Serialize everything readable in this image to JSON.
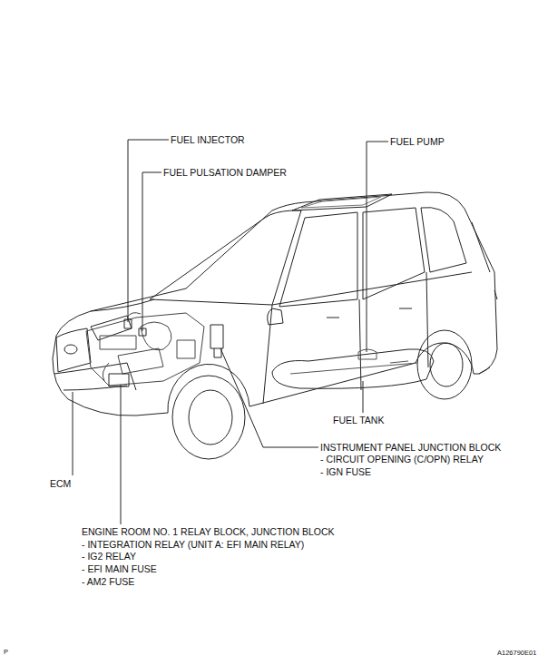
{
  "diagram": {
    "labels": [
      "FUEL INJECTOR",
      "FUEL PULSATION DAMPER",
      "FUEL PUMP",
      "FUEL TANK",
      "INSTRUMENT PANEL JUNCTION BLOCK",
      "- CIRCUIT OPENING (C/OPN) RELAY",
      "- IGN FUSE",
      "ECM",
      "ENGINE ROOM NO. 1 RELAY BLOCK, JUNCTION BLOCK",
      "- INTEGRATION RELAY (UNIT A: EFI MAIN RELAY)",
      "- IG2 RELAY",
      "- EFI MAIN FUSE",
      "- AM2 FUSE",
      "P",
      "A126790E01"
    ]
  }
}
